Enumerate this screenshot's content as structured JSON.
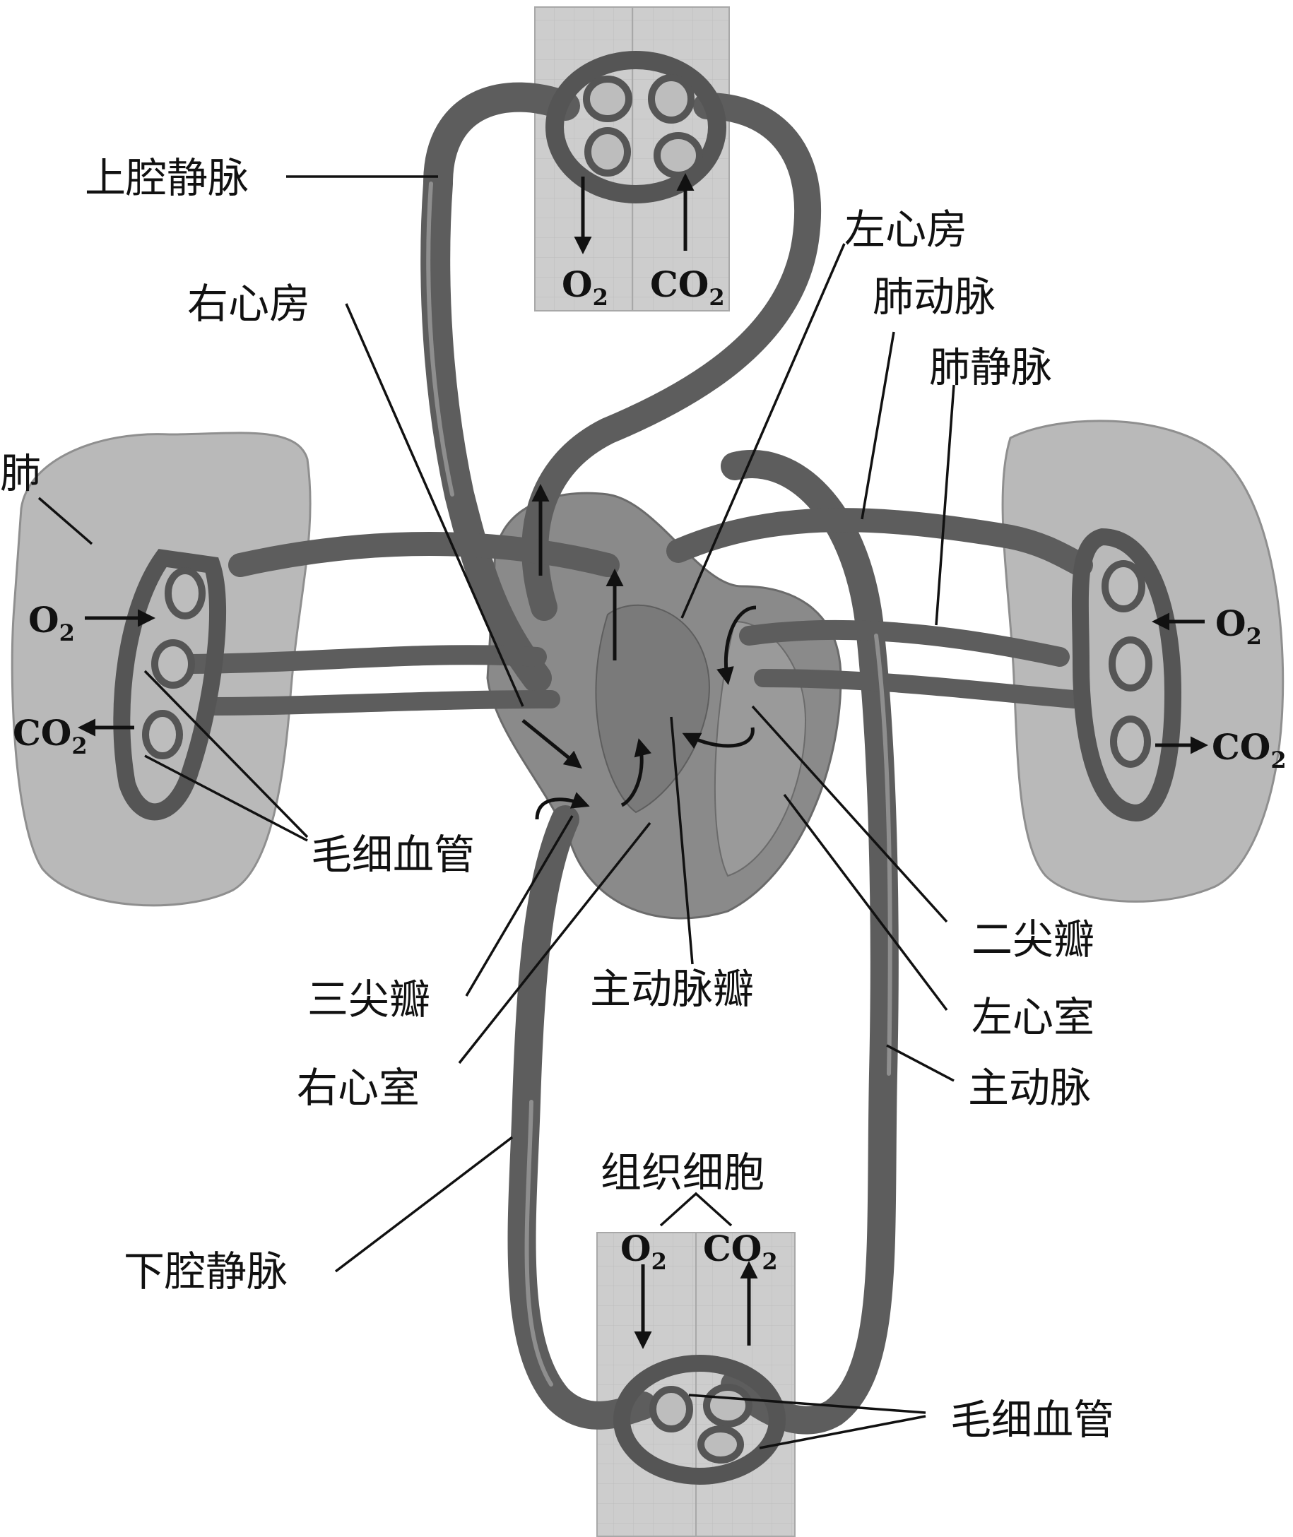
{
  "labels": {
    "superior_vena_cava": "上腔静脉",
    "right_atrium": "右心房",
    "left_atrium": "左心房",
    "pulmonary_artery": "肺动脉",
    "pulmonary_vein": "肺静脉",
    "lung": "肺",
    "capillaries_lung": "毛细血管",
    "tricuspid_valve": "三尖瓣",
    "aortic_valve": "主动脉瓣",
    "mitral_valve": "二尖瓣",
    "left_ventricle": "左心室",
    "right_ventricle": "右心室",
    "aorta": "主动脉",
    "inferior_vena_cava": "下腔静脉",
    "tissue_cells": "组织细胞",
    "capillaries_body": "毛细血管"
  },
  "gases": {
    "o2": "O",
    "co2": "CO",
    "sub": "2"
  },
  "colors": {
    "vessel": "#5d5d5d",
    "tissue": "#c8c8c8",
    "lung": "#b7b7b7",
    "heart": "#8a8a8a",
    "text": "#111111"
  }
}
